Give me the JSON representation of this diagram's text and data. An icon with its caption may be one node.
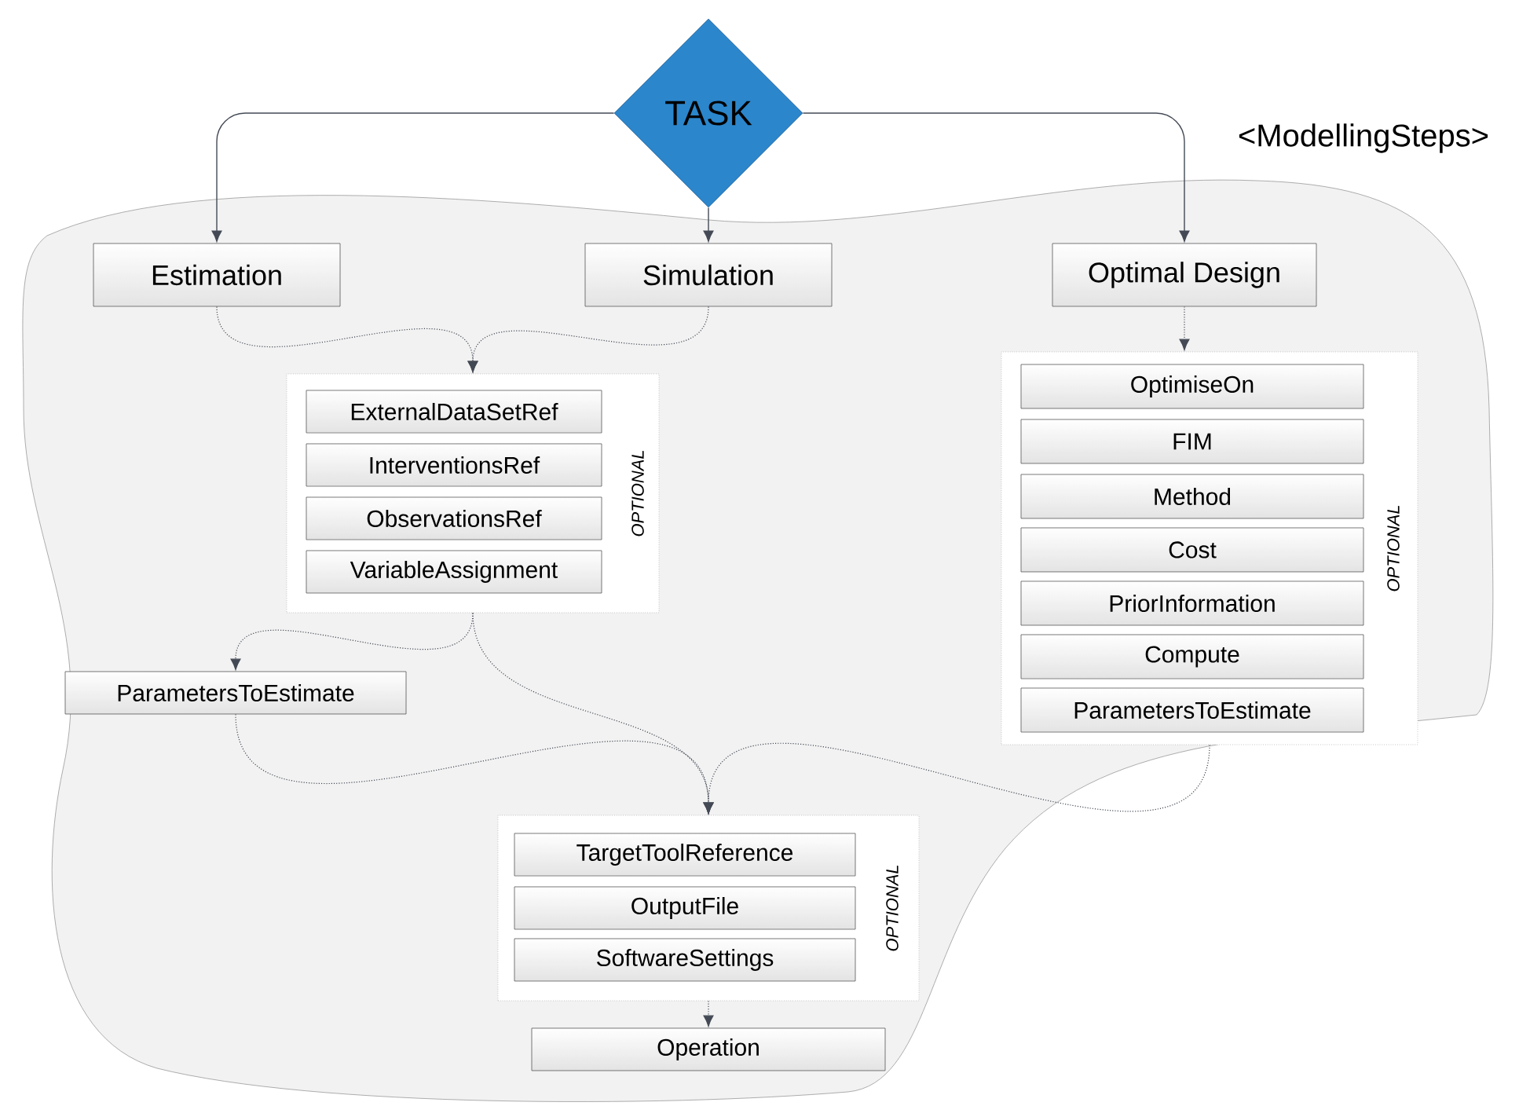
{
  "diagram": {
    "nodes": [
      {
        "text": [
          "TASK"
        ]
      },
      {
        "text": [
          "<ModellingSteps>"
        ]
      },
      {
        "text": [
          "Estimation"
        ],
        "in": 1
      },
      {
        "text": [
          "Simulation"
        ],
        "in": 1
      },
      {
        "text": [
          "Optimal Design"
        ],
        "in": 1
      },
      {
        "text": [
          "OPTIONAL"
        ],
        "in": 1
      },
      {
        "text": [
          "ExternalDataSetRef"
        ],
        "in": 5
      },
      {
        "text": [
          "InterventionsRef"
        ],
        "in": 5
      },
      {
        "text": [
          "ObservationsRef"
        ],
        "in": 5
      },
      {
        "text": [
          "VariableAssignment"
        ],
        "in": 5
      },
      {
        "text": [
          "ParametersToEstimate"
        ],
        "in": 1
      },
      {
        "text": [
          "OPTIONAL"
        ],
        "in": 1
      },
      {
        "text": [
          "OptimiseOn"
        ],
        "in": 11
      },
      {
        "text": [
          "FIM"
        ],
        "in": 11
      },
      {
        "text": [
          "Method"
        ],
        "in": 11
      },
      {
        "text": [
          "Cost"
        ],
        "in": 11
      },
      {
        "text": [
          "PriorInformation"
        ],
        "in": 11
      },
      {
        "text": [
          "Compute"
        ],
        "in": 11
      },
      {
        "text": [
          "ParametersToEstimate"
        ],
        "in": 11
      },
      {
        "text": [
          "OPTIONAL"
        ],
        "in": 1
      },
      {
        "text": [
          "TargetToolReference"
        ],
        "in": 19
      },
      {
        "text": [
          "OutputFile"
        ],
        "in": 19
      },
      {
        "text": [
          "SoftwareSettings"
        ],
        "in": 19
      },
      {
        "text": [
          "Operation"
        ],
        "in": 1
      }
    ],
    "edges": [
      {
        "from": 0,
        "to": 2,
        "arrow": "to"
      },
      {
        "from": 0,
        "to": 3,
        "arrow": "to"
      },
      {
        "from": 0,
        "to": 4,
        "arrow": "to"
      },
      {
        "from": 2,
        "to": 5,
        "arrow": "to",
        "style": "dashed"
      },
      {
        "from": 3,
        "to": 5,
        "arrow": "to",
        "style": "dashed"
      },
      {
        "from": 4,
        "to": 11,
        "arrow": "to",
        "style": "dashed"
      },
      {
        "from": 5,
        "to": 10,
        "arrow": "to",
        "style": "dashed"
      },
      {
        "from": 5,
        "to": 19,
        "arrow": "to",
        "style": "dashed"
      },
      {
        "from": 10,
        "to": 19,
        "arrow": "to",
        "style": "dashed"
      },
      {
        "from": 11,
        "to": 19,
        "arrow": "to",
        "style": "dashed"
      },
      {
        "from": 19,
        "to": 23,
        "arrow": "to",
        "style": "dashed"
      }
    ]
  }
}
